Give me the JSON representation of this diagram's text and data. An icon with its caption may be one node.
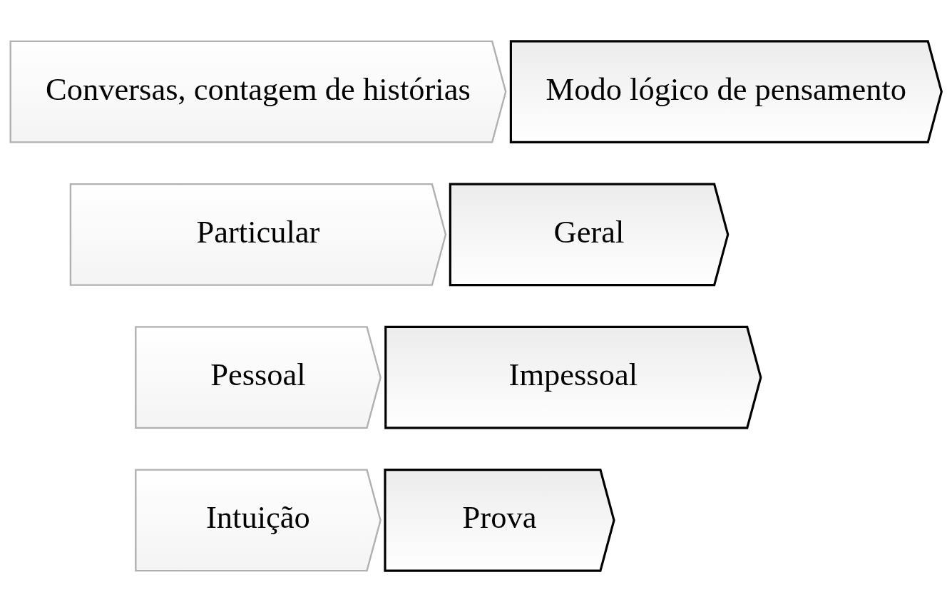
{
  "diagram": {
    "nodes": [
      {
        "text": [
          "Conversas, contagem de histórias"
        ]
      },
      {
        "text": [
          "Modo lógico de pensamento"
        ]
      },
      {
        "text": [
          "Particular"
        ]
      },
      {
        "text": [
          "Geral"
        ]
      },
      {
        "text": [
          "Pessoal"
        ]
      },
      {
        "text": [
          "Impessoal"
        ]
      },
      {
        "text": [
          "Intuição"
        ]
      },
      {
        "text": [
          "Prova"
        ]
      }
    ]
  }
}
